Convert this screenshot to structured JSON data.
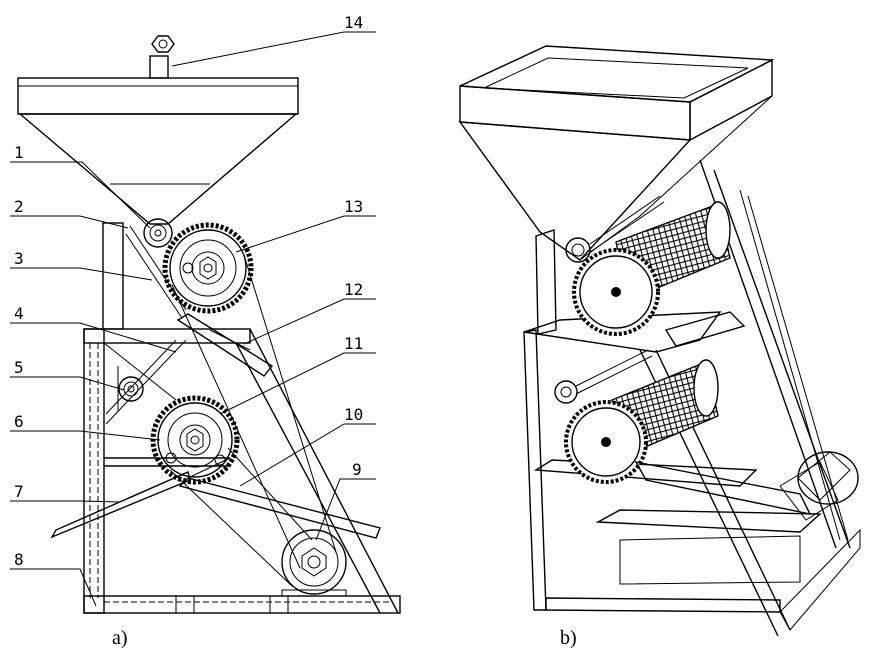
{
  "callouts": [
    {
      "number": "1"
    },
    {
      "number": "2"
    },
    {
      "number": "3"
    },
    {
      "number": "4"
    },
    {
      "number": "5"
    },
    {
      "number": "6"
    },
    {
      "number": "7"
    },
    {
      "number": "8"
    },
    {
      "number": "9"
    },
    {
      "number": "10"
    },
    {
      "number": "11"
    },
    {
      "number": "12"
    },
    {
      "number": "13"
    },
    {
      "number": "14"
    }
  ],
  "panels": {
    "a": {
      "caption": "a)"
    },
    "b": {
      "caption": "b)"
    }
  },
  "colors": {
    "line": "#000000",
    "background": "#ffffff"
  }
}
